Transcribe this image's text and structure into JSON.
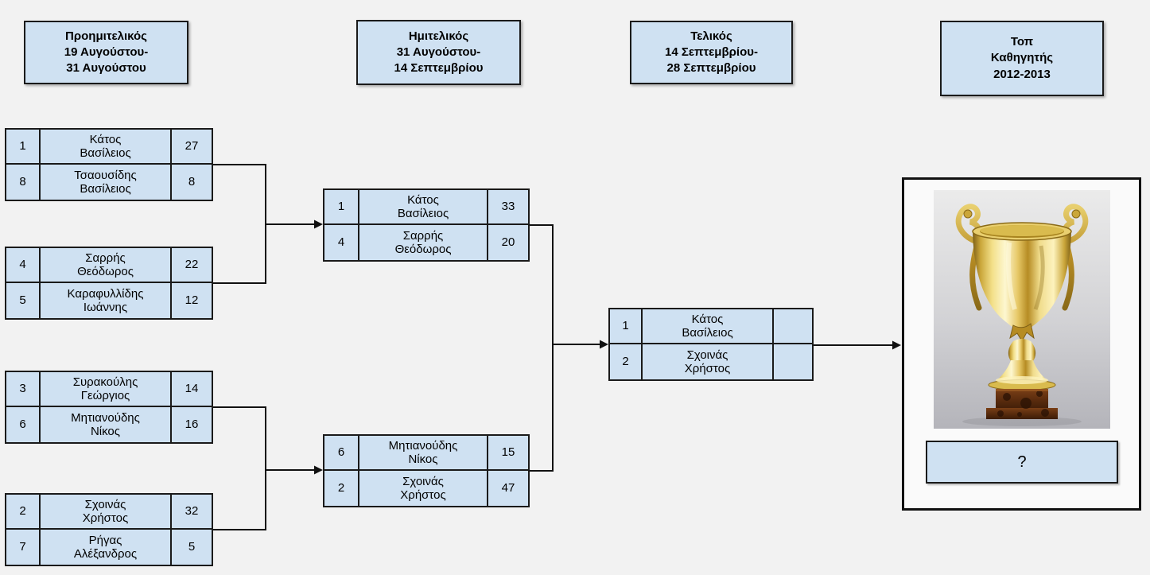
{
  "page": {
    "background_color": "#f2f2f2",
    "box_fill_color": "#cfe1f2",
    "line_color": "#000000"
  },
  "headers": [
    {
      "id": "quarterfinal",
      "label": "Προημιτελικός\n19 Αυγούστου-\n31 Αυγούστου"
    },
    {
      "id": "semifinal",
      "label": "Ημιτελικός\n31 Αυγούστου-\n14 Σεπτεμβρίου"
    },
    {
      "id": "final",
      "label": "Τελικός\n14 Σεπτεμβρίου-\n28 Σεπτεμβρίου"
    },
    {
      "id": "champion",
      "label": "Τοπ\nΚαθηγητής\n2012-2013"
    }
  ],
  "bracket": {
    "quarterfinals": [
      {
        "top": {
          "seed": "1",
          "name": "Κάτος\nΒασίλειος",
          "score": "27"
        },
        "bottom": {
          "seed": "8",
          "name": "Τσαουσίδης\nΒασίλειος",
          "score": "8"
        }
      },
      {
        "top": {
          "seed": "4",
          "name": "Σαρρής\nΘεόδωρος",
          "score": "22"
        },
        "bottom": {
          "seed": "5",
          "name": "Καραφυλλίδης\nΙωάννης",
          "score": "12"
        }
      },
      {
        "top": {
          "seed": "3",
          "name": "Συρακούλης\nΓεώργιος",
          "score": "14"
        },
        "bottom": {
          "seed": "6",
          "name": "Μητιανούδης\nΝίκος",
          "score": "16"
        }
      },
      {
        "top": {
          "seed": "2",
          "name": "Σχοινάς\nΧρήστος",
          "score": "32"
        },
        "bottom": {
          "seed": "7",
          "name": "Ρήγας\nΑλέξανδρος",
          "score": "5"
        }
      }
    ],
    "semifinals": [
      {
        "top": {
          "seed": "1",
          "name": "Κάτος\nΒασίλειος",
          "score": "33"
        },
        "bottom": {
          "seed": "4",
          "name": "Σαρρής\nΘεόδωρος",
          "score": "20"
        }
      },
      {
        "top": {
          "seed": "6",
          "name": "Μητιανούδης\nΝίκος",
          "score": "15"
        },
        "bottom": {
          "seed": "2",
          "name": "Σχοινάς\nΧρήστος",
          "score": "47"
        }
      }
    ],
    "final": [
      {
        "top": {
          "seed": "1",
          "name": "Κάτος\nΒασίλειος",
          "score": ""
        },
        "bottom": {
          "seed": "2",
          "name": "Σχοινάς\nΧρήστος",
          "score": ""
        }
      }
    ]
  },
  "winner": {
    "placeholder": "?",
    "trophy_icon": "gold-cup-trophy"
  }
}
